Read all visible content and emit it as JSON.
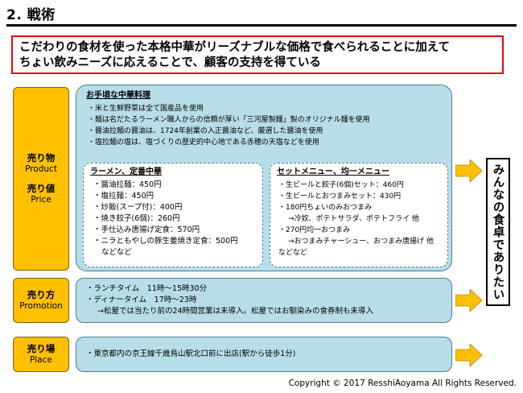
{
  "title": "2. 戦術",
  "headline": {
    "line1": "こだわりの食材を使った本格中華がリーズナブルな価格で食べられることに加えて",
    "line2": "ちょい飲みニーズに応えることで、顧客の支持を得ている"
  },
  "product_label": {
    "ja1": "売り物",
    "en1": "Product",
    "ja2": "売り値",
    "en2": "Price"
  },
  "promotion_label": {
    "ja": "売り方",
    "en": "Promotion"
  },
  "place_label": {
    "ja": "売り場",
    "en": "Place"
  },
  "product_panel": {
    "heading": "お手頃な中華料理",
    "bullets": [
      "・米と生鮮野菜は全て国産品を使用",
      "・麺は名だたるラーメン職人からの信頼が厚い「三河屋製麺」製のオリジナル麺を使用",
      "・醤油拉麺の醤油は、1724年創業の入正醤油など、厳選した醤油を使用",
      "・塩拉麺の塩は、塩づくりの歴史的中心地である赤穂の天塩などを使用"
    ],
    "ramen": {
      "heading": "ラーメン、定番中華",
      "items": [
        "・醤油拉麺：450円",
        "・塩拉麺：450円",
        "・炒飯(スープ付)：400円",
        "・焼き餃子(6個)：260円",
        "・手仕込み唐揚げ定食：570円",
        "・ニラともやしの豚生姜焼き定食：500円",
        "などなど"
      ]
    },
    "set": {
      "heading": "セットメニュー、均一メニュー",
      "items": [
        "・生ビールと餃子(6個)セット：460円",
        "・生ビールとおつまみセット：430円",
        "・180円ちょいのみおつまみ",
        "→冷奴、ポテトサラダ、ポテトフライ 他",
        "・270円均一おつまみ",
        "→おつまみチャーシュー、おつまみ唐揚げ 他",
        "などなど"
      ]
    }
  },
  "promotion_panel": {
    "items": [
      "・ランチタイム　11時～15時30分",
      "・ディナータイム　17時～23時",
      "→松屋では当たり前の24時間営業は未導入。松屋ではお馴染みの食券制も未導入"
    ]
  },
  "place_panel": {
    "items": [
      "・東京都内の京王線千歳烏山駅北口前に出店(駅から徒歩1分)"
    ]
  },
  "conclusion": "みんなの食卓でありたい",
  "copyright": "Copyright © 2017 ResshiAoyama All Rights Reserved.",
  "colors": {
    "accent": "#ffc000",
    "panel": "#b7dee8",
    "headline_border": "#e60012"
  }
}
